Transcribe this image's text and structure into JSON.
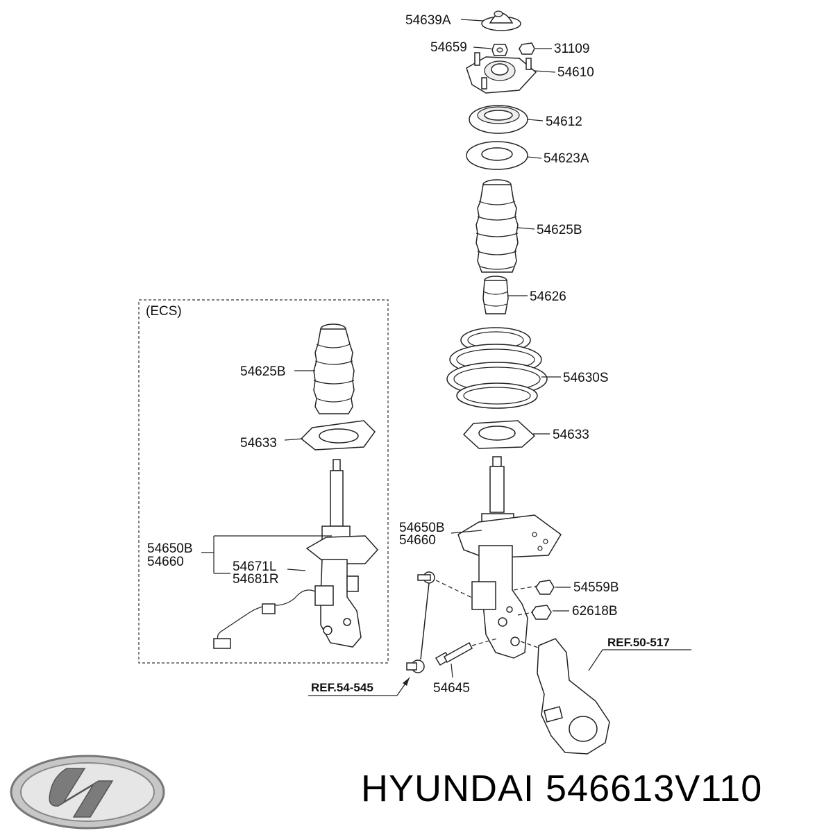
{
  "diagram": {
    "section_label": "(ECS)",
    "main_labels": {
      "p54639A": "54639A",
      "p54659": "54659",
      "p31109": "31109",
      "p54610": "54610",
      "p54612": "54612",
      "p54623A": "54623A",
      "p54625B": "54625B",
      "p54626": "54626",
      "p54630S": "54630S",
      "p54633": "54633",
      "p54650B": "54650B",
      "p54660": "54660",
      "p54559B": "54559B",
      "p62618B": "62618B",
      "p54645": "54645"
    },
    "ecs_labels": {
      "p54625B": "54625B",
      "p54633": "54633",
      "p54650B": "54650B",
      "p54660": "54660",
      "p54671L": "54671L",
      "p54681R": "54681R"
    },
    "refs": {
      "ref_50_517": "REF.50-517",
      "ref_54_545": "REF.54-545"
    }
  },
  "footer": {
    "brand": "HYUNDAI 546613V110",
    "logo_icon": "hyundai-logo-icon"
  }
}
